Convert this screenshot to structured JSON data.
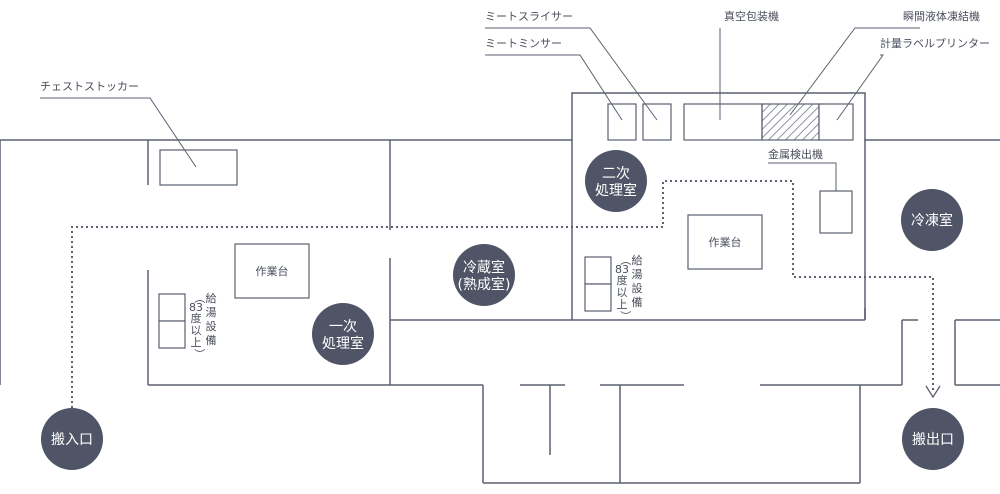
{
  "colors": {
    "line": "#5b6070",
    "circle": "#4f5566",
    "text": "#4a4f5c",
    "bg": "#ffffff"
  },
  "callouts": {
    "meat_slicer": "ミートスライサー",
    "meat_mincer": "ミートミンサー",
    "vacuum_packer": "真空包装機",
    "flash_freezer": "瞬間液体凍結機",
    "label_printer": "計量ラベルプリンター",
    "chest_stocker": "チェストストッカー",
    "metal_detector": "金属検出機"
  },
  "rooms": {
    "secondary_processing": [
      "二次",
      "処理室"
    ],
    "freezer": "冷凍室",
    "cold_storage": [
      "冷蔵室",
      "(熟成室)"
    ],
    "primary_processing": [
      "一次",
      "処理室"
    ],
    "loading_entrance": "搬入口",
    "shipping_exit": "搬出口"
  },
  "workbench": {
    "label": "作業台"
  },
  "water_heater": {
    "col_main": [
      "給",
      "湯",
      "設",
      "備"
    ],
    "col_note": [
      "（",
      "83",
      "度",
      "以",
      "上",
      "）"
    ]
  }
}
